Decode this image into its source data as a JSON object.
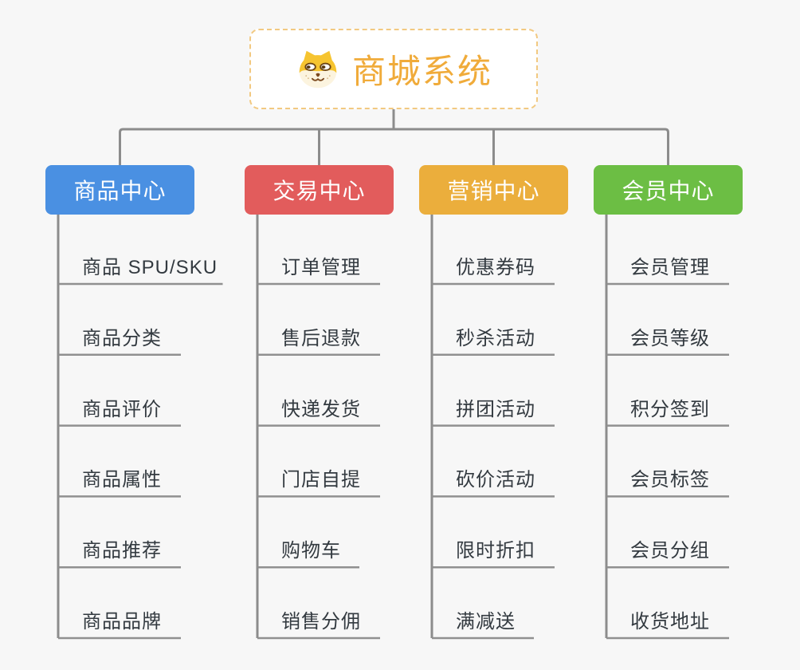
{
  "root": {
    "title": "商城系统",
    "icon": "dog-icon"
  },
  "branches": [
    {
      "label": "商品中心",
      "color": "#4A90E2",
      "children": [
        "商品 SPU/SKU",
        "商品分类",
        "商品评价",
        "商品属性",
        "商品推荐",
        "商品品牌"
      ]
    },
    {
      "label": "交易中心",
      "color": "#E25C5C",
      "children": [
        "订单管理",
        "售后退款",
        "快递发货",
        "门店自提",
        "购物车",
        "销售分佣"
      ]
    },
    {
      "label": "营销中心",
      "color": "#EBAE3C",
      "children": [
        "优惠券码",
        "秒杀活动",
        "拼团活动",
        "砍价活动",
        "限时折扣",
        "满减送"
      ]
    },
    {
      "label": "会员中心",
      "color": "#6CBE44",
      "children": [
        "会员管理",
        "会员等级",
        "积分签到",
        "会员标签",
        "会员分组",
        "收货地址"
      ]
    }
  ],
  "colors": {
    "background": "#F7F7F7",
    "connector": "#8C8C8C",
    "underline": "#909090",
    "leaf_text": "#333A40",
    "root_text": "#F0AB3A",
    "root_border": "#F2C981",
    "root_background": "#FFFFFF",
    "branch_text": "#FFFFFF"
  }
}
